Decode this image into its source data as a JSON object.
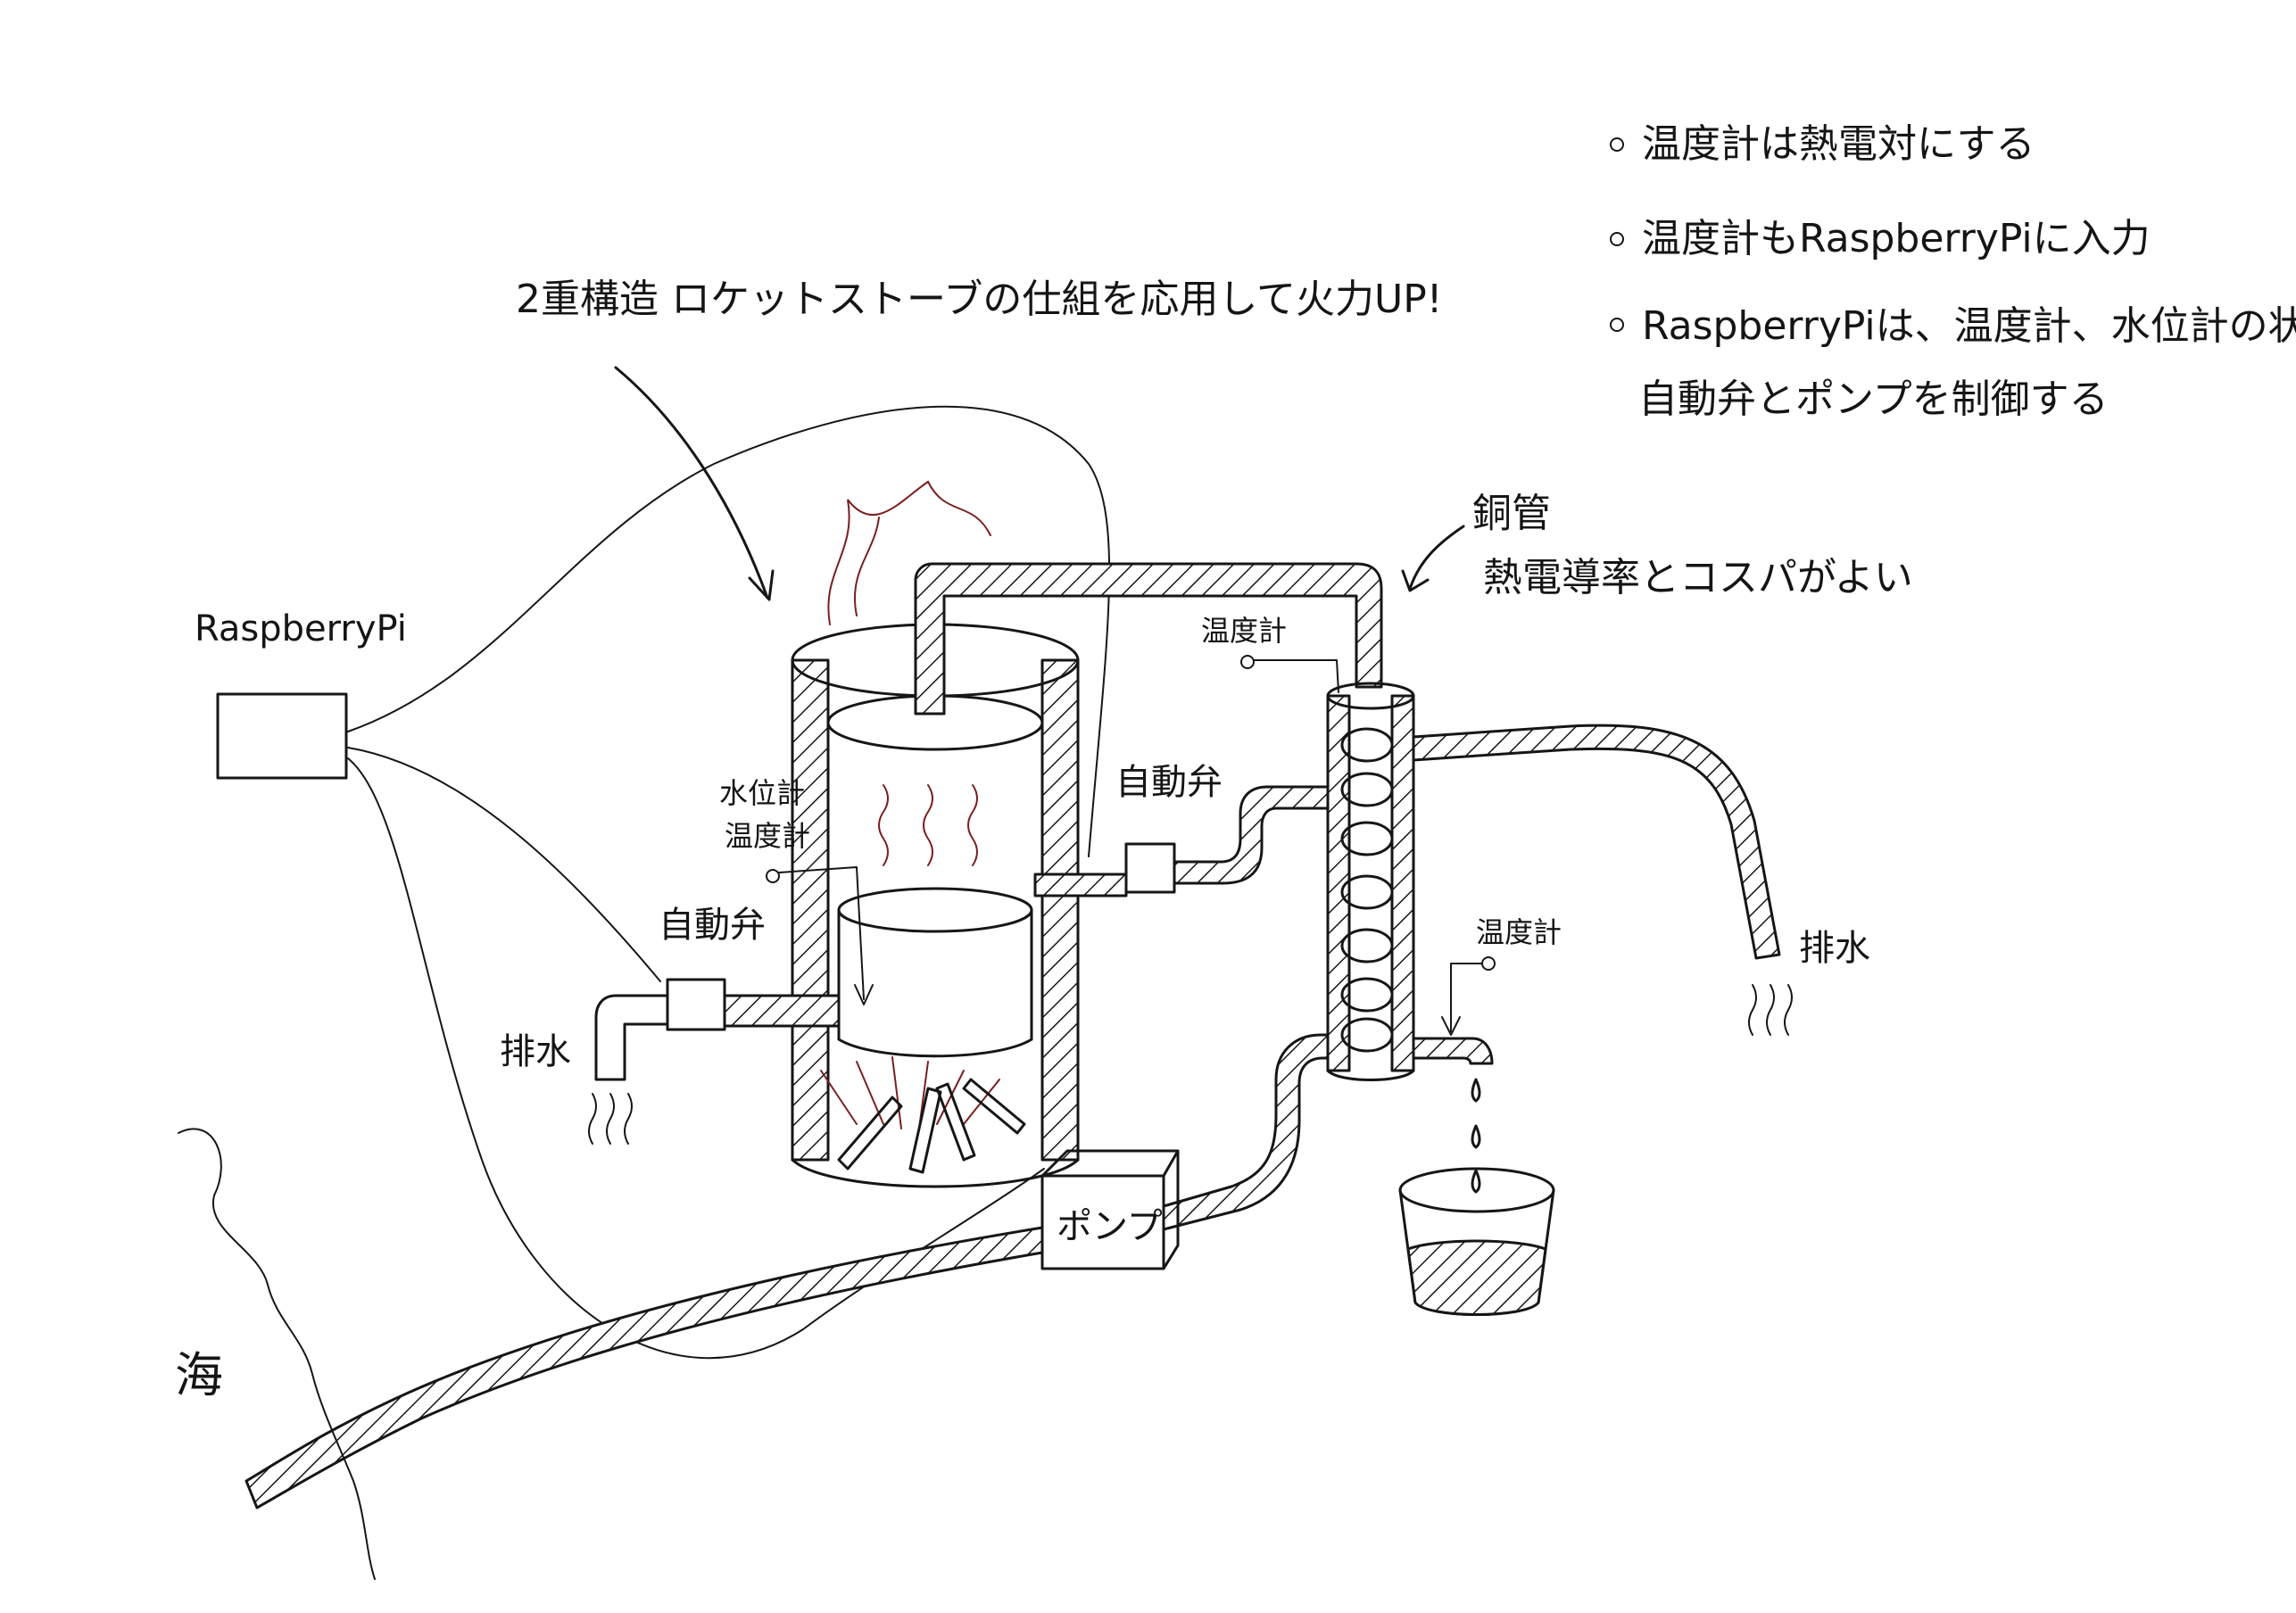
{
  "notes": [
    "温度計は熱電対にする",
    "温度計もRaspberryPiに入力",
    "RaspberryPiは、温度計、水位計の状態で",
    "自動弁とポンプを制御する"
  ],
  "title_note": "2重構造 ロケットストーブの仕組を応用して火力UP!",
  "copper_note": {
    "title": "銅管",
    "detail": "熱電導率とコスパがよい"
  },
  "labels": {
    "raspberry_pi": "RaspberryPi",
    "valve_left": "自動弁",
    "valve_right": "自動弁",
    "water_level_meter": "水位計",
    "thermometer_tank": "温度計",
    "thermometer_coil": "温度計",
    "thermometer_outlet": "温度計",
    "drain_left": "排水",
    "drain_right": "排水",
    "pump": "ポンプ",
    "sea": "海"
  },
  "colors": {
    "ink": "#161616",
    "fire": "#7a1f1f"
  }
}
